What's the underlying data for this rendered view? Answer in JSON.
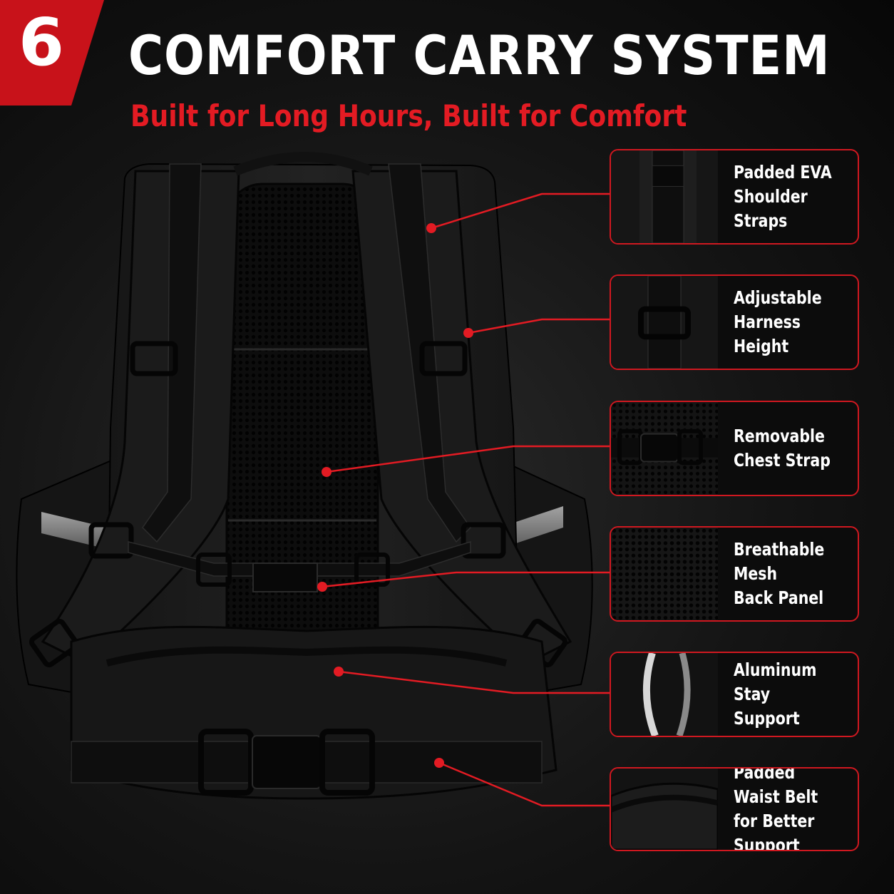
{
  "badge": {
    "number": "6"
  },
  "header": {
    "title": "COMFORT CARRY SYSTEM",
    "subtitle": "Built for Long Hours, Built for Comfort"
  },
  "colors": {
    "accent": "#e31b23",
    "background": "#111111",
    "card_border": "#d01820"
  },
  "features": [
    {
      "label": "Padded EVA\nShoulder Straps",
      "icon": "shoulder-strap-thumbnail"
    },
    {
      "label": "Adjustable\nHarness Height",
      "icon": "ladder-lock-buckle-thumbnail"
    },
    {
      "label": "Removable\nChest Strap",
      "icon": "chest-buckle-thumbnail"
    },
    {
      "label": "Breathable Mesh\nBack Panel",
      "icon": "mesh-panel-thumbnail"
    },
    {
      "label": "Aluminum Stay\nSupport",
      "icon": "aluminum-stay-thumbnail"
    },
    {
      "label": "Padded Waist Belt\nfor Better Support",
      "icon": "waist-belt-thumbnail"
    }
  ]
}
